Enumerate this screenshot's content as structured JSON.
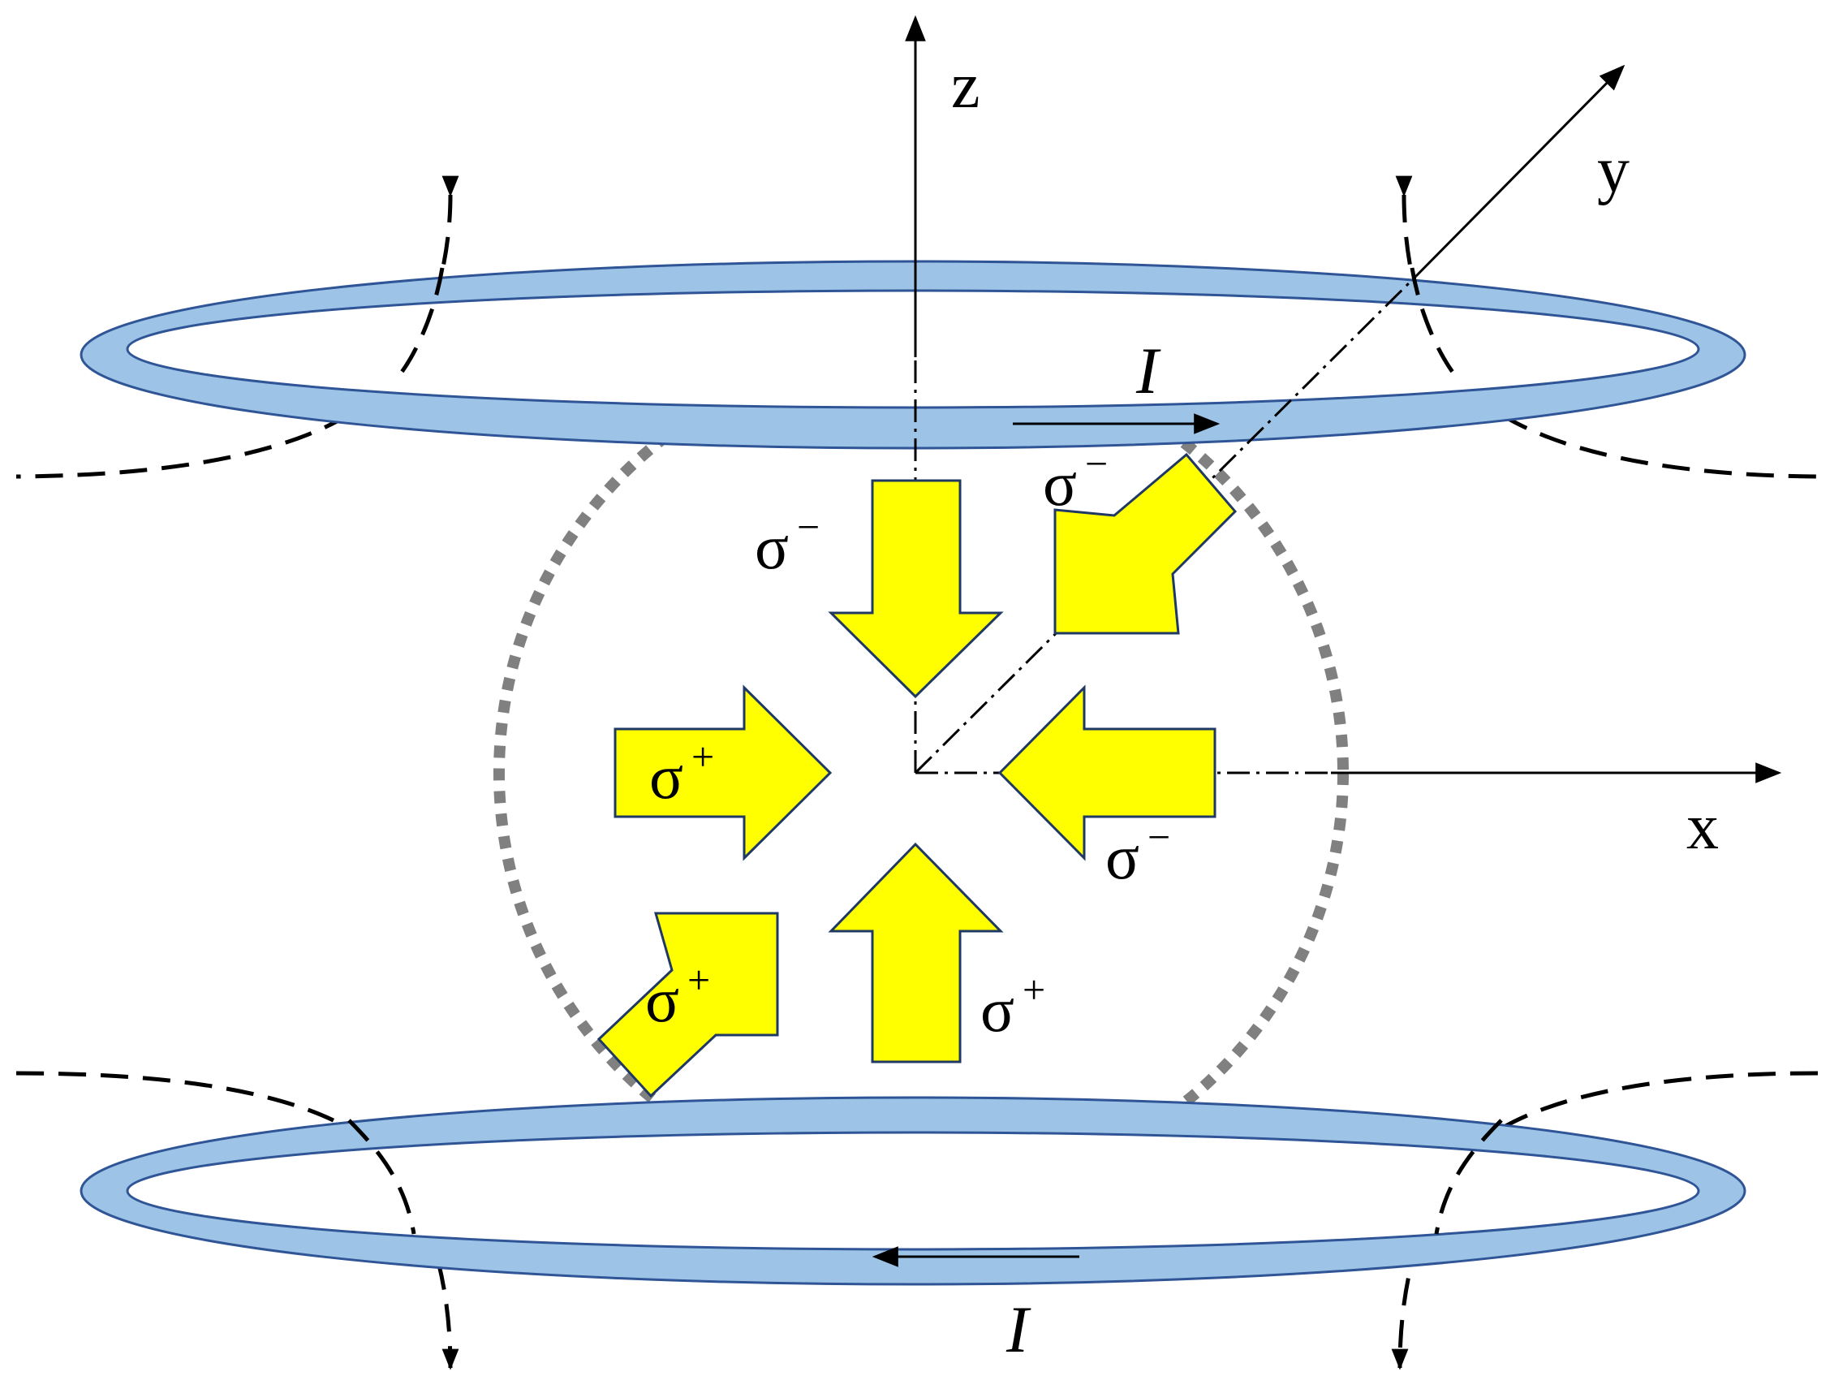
{
  "axes": {
    "x_label": "x",
    "y_label": "y",
    "z_label": "z"
  },
  "coils": {
    "top_current_label": "I",
    "bottom_current_label": "I"
  },
  "beams": {
    "down": {
      "symbol": "σ",
      "sign": "−"
    },
    "diag_in": {
      "symbol": "σ",
      "sign": "−"
    },
    "left_in": {
      "symbol": "σ",
      "sign": "+"
    },
    "right_in": {
      "symbol": "σ",
      "sign": "−"
    },
    "up": {
      "symbol": "σ",
      "sign": "+"
    },
    "diag_out": {
      "symbol": "σ",
      "sign": "+"
    }
  },
  "colors": {
    "coil_fill": "#9dc3e6",
    "coil_stroke": "#2f5597",
    "beam_fill": "#ffff00",
    "beam_stroke": "#1f3864",
    "trap_region": "#808080",
    "field_line": "#000000",
    "axis": "#000000"
  }
}
